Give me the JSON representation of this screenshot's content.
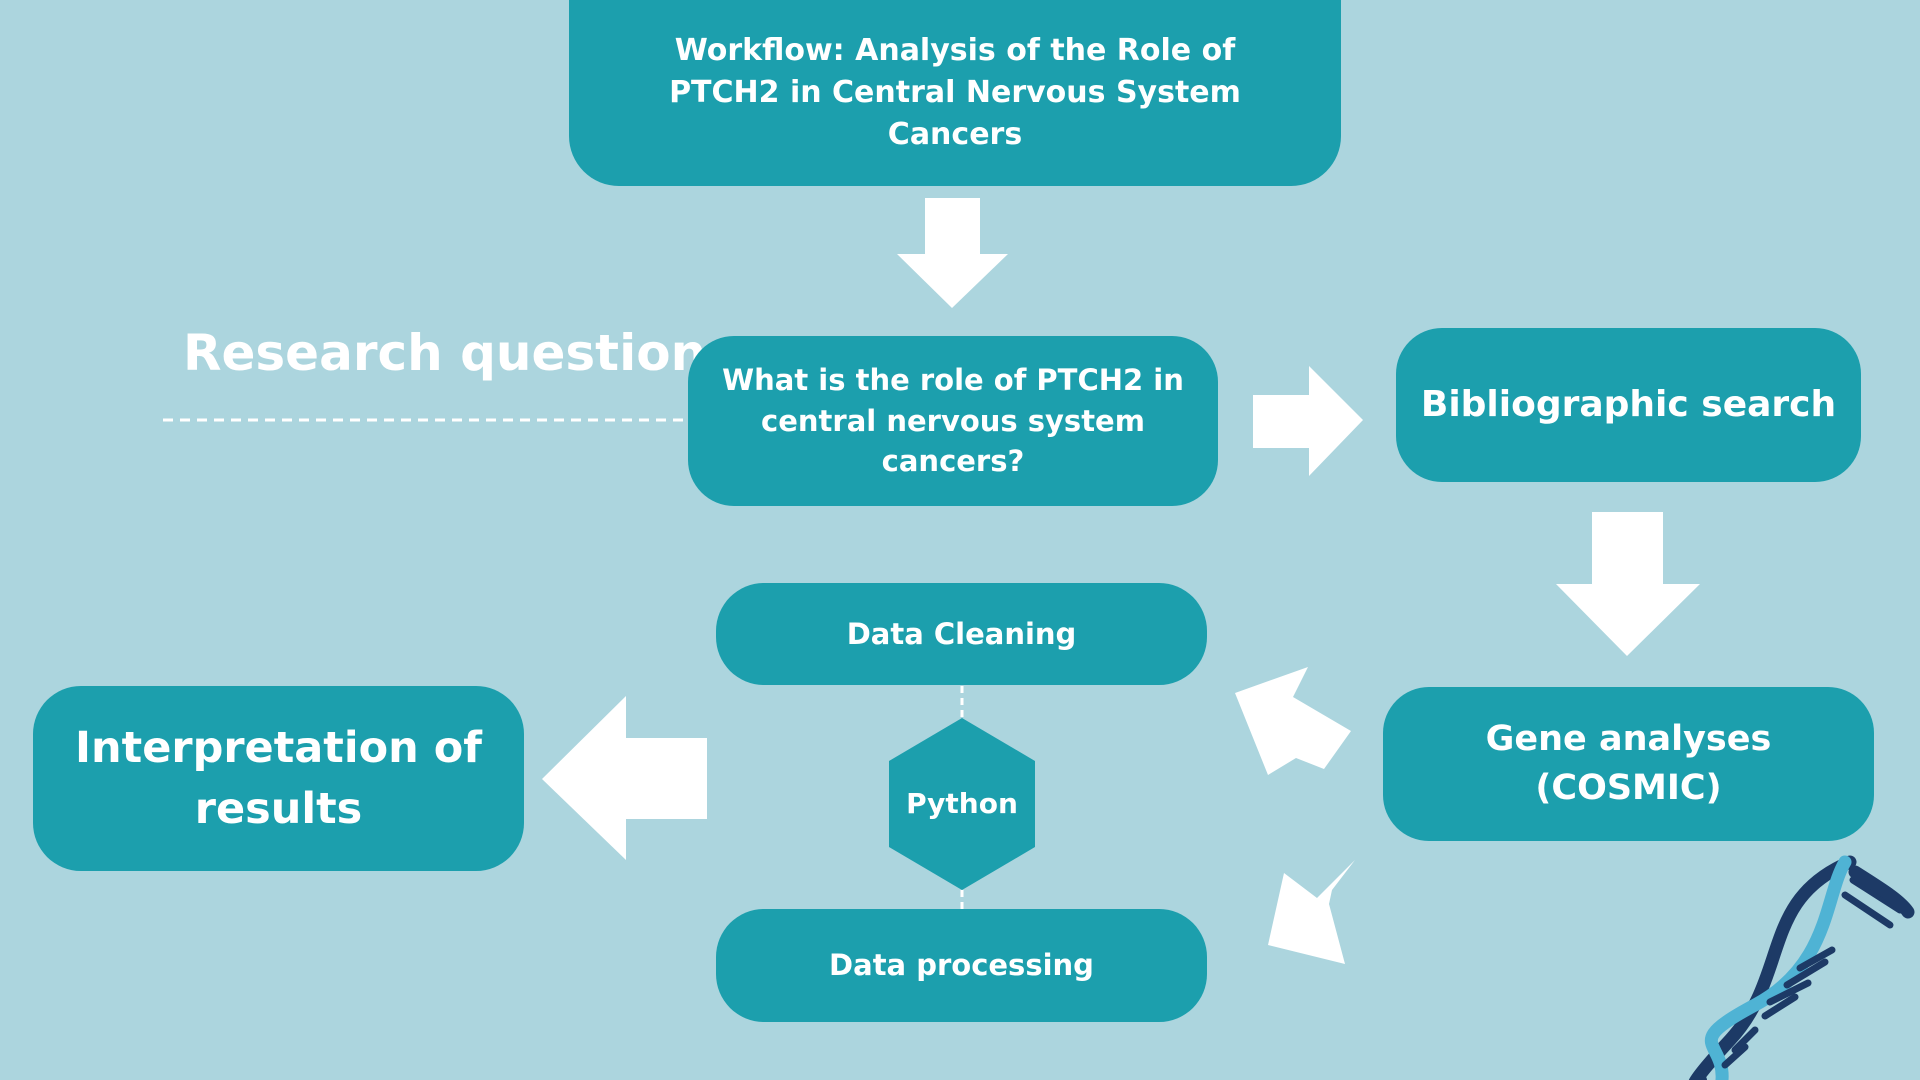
{
  "diagram": {
    "title_box": "Workflow: Analysis of the Role of PTCH2 in Central Nervous System Cancers",
    "research_label": "Research question",
    "question_box": "What is the role of PTCH2 in central nervous system cancers?",
    "bibliographic_box": "Bibliographic search",
    "gene_box": "Gene analyses (COSMIC)",
    "cleaning_box": "Data Cleaning",
    "python_hex": "Python",
    "processing_box": "Data processing",
    "interpretation_box": "Interpretation of results"
  },
  "colors": {
    "background": "#acd5de",
    "box": "#1c9fad",
    "arrow": "#ffffff",
    "dna_dark": "#1d3a66",
    "dna_light": "#4fb3d4"
  },
  "icons": [
    "arrow-down-icon",
    "arrow-right-icon",
    "arrow-left-icon",
    "arrow-diagonal-icon",
    "dna-icon"
  ]
}
